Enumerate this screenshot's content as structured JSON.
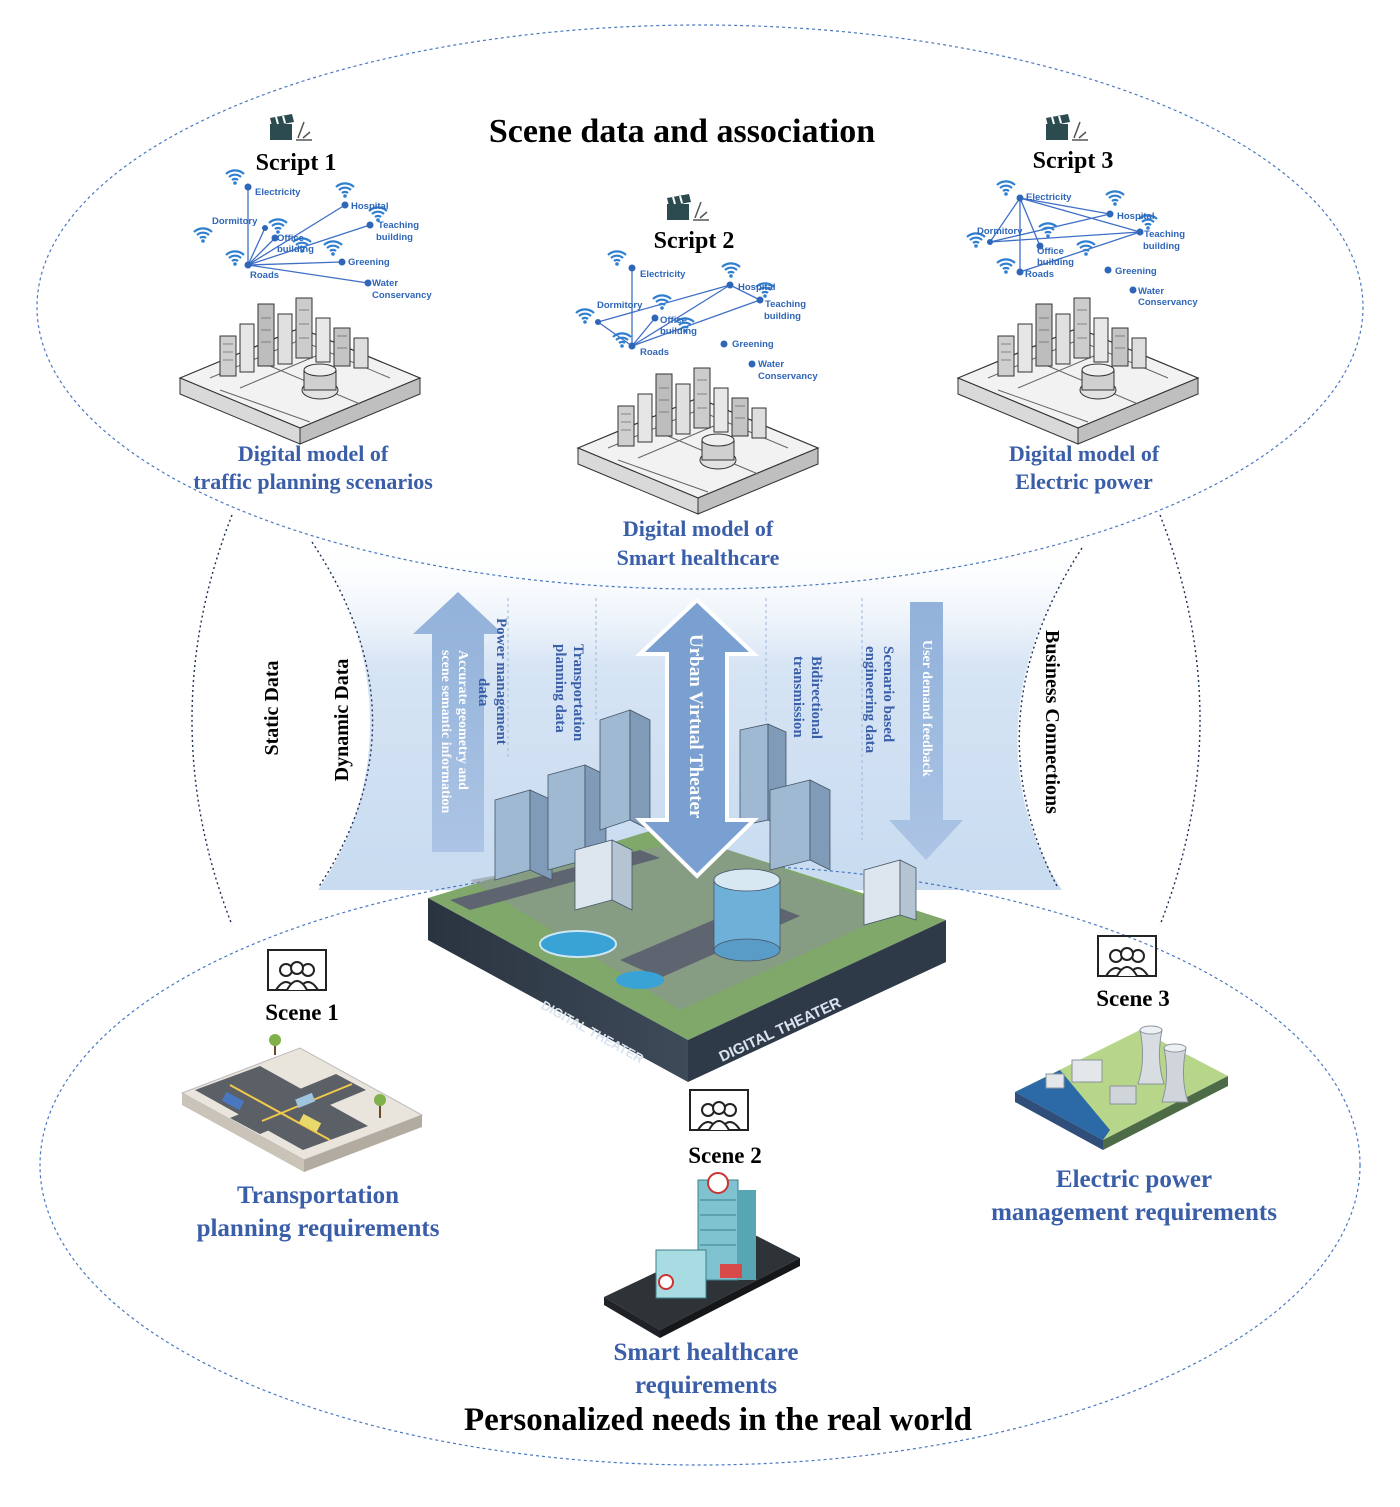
{
  "top_title": "Scene data and association",
  "bottom_title": "Personalized needs in the real world",
  "scripts": [
    {
      "title": "Script 1",
      "caption_lines": [
        "Digital model of",
        "traffic planning scenarios"
      ]
    },
    {
      "title": "Script 2",
      "caption_lines": [
        "Digital model of",
        "Smart healthcare"
      ]
    },
    {
      "title": "Script 3",
      "caption_lines": [
        "Digital model of",
        "Electric power"
      ]
    }
  ],
  "network_labels": {
    "electricity": "Electricity",
    "hospital": "Hospital",
    "dormitory": "Dormitory",
    "teaching": [
      "Teaching",
      "building"
    ],
    "office": [
      "Office",
      "building"
    ],
    "greening": "Greening",
    "roads": "Roads",
    "water": [
      "Water",
      "Conservancy"
    ]
  },
  "model_base_text": "DIGITAL THEATER",
  "side_labels": {
    "static": "Static Data",
    "dynamic": "Dynamic Data",
    "business": "Business Connections"
  },
  "center": {
    "arrow_left_lines": [
      "Accurate geometry and",
      "scene semantic information"
    ],
    "col_power": [
      "Power management",
      "data"
    ],
    "col_transport": [
      "Transportation",
      "planning data"
    ],
    "arrow_middle": "Urban Virtual Theater",
    "col_bidirectional": [
      "Bidirectional",
      "transmission"
    ],
    "col_scenario": [
      "Scenario based",
      "engineering data"
    ],
    "arrow_right": "User demand feedback",
    "base_text_left": "DIGITAL THEATER",
    "base_text_right": "DIGITAL THEATER"
  },
  "scenes": [
    {
      "title": "Scene 1",
      "caption_lines": [
        "Transportation",
        "planning requirements"
      ]
    },
    {
      "title": "Scene 2",
      "caption_lines": [
        "Smart healthcare",
        "requirements"
      ]
    },
    {
      "title": "Scene 3",
      "caption_lines": [
        "Electric power",
        "management requirements"
      ]
    }
  ],
  "colors": {
    "caption_blue": "#3a5ea8",
    "network_blue": "#2f66b8",
    "arrow_blue": "#8fb0d8",
    "dashed_outline": "#4a78c0",
    "funnel_fill": "#dbe7f5"
  }
}
